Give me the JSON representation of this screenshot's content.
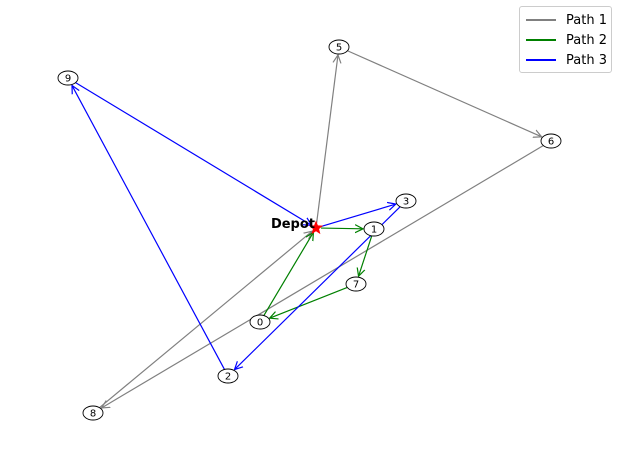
{
  "depot": {
    "label": "Depot"
  },
  "nodes": [
    {
      "id": "0"
    },
    {
      "id": "1"
    },
    {
      "id": "2"
    },
    {
      "id": "3"
    },
    {
      "id": "5"
    },
    {
      "id": "6"
    },
    {
      "id": "7"
    },
    {
      "id": "8"
    },
    {
      "id": "9"
    }
  ],
  "paths": [
    {
      "name": "Path 1",
      "color": "#808080",
      "sequence": [
        "depot",
        "5",
        "6",
        "8",
        "depot"
      ]
    },
    {
      "name": "Path 2",
      "color": "#008000",
      "sequence": [
        "depot",
        "1",
        "7",
        "0",
        "depot"
      ]
    },
    {
      "name": "Path 3",
      "color": "#0000ff",
      "sequence": [
        "depot",
        "3",
        "2",
        "9",
        "depot"
      ]
    }
  ],
  "legend": {
    "items": [
      "Path 1",
      "Path 2",
      "Path 3"
    ]
  }
}
